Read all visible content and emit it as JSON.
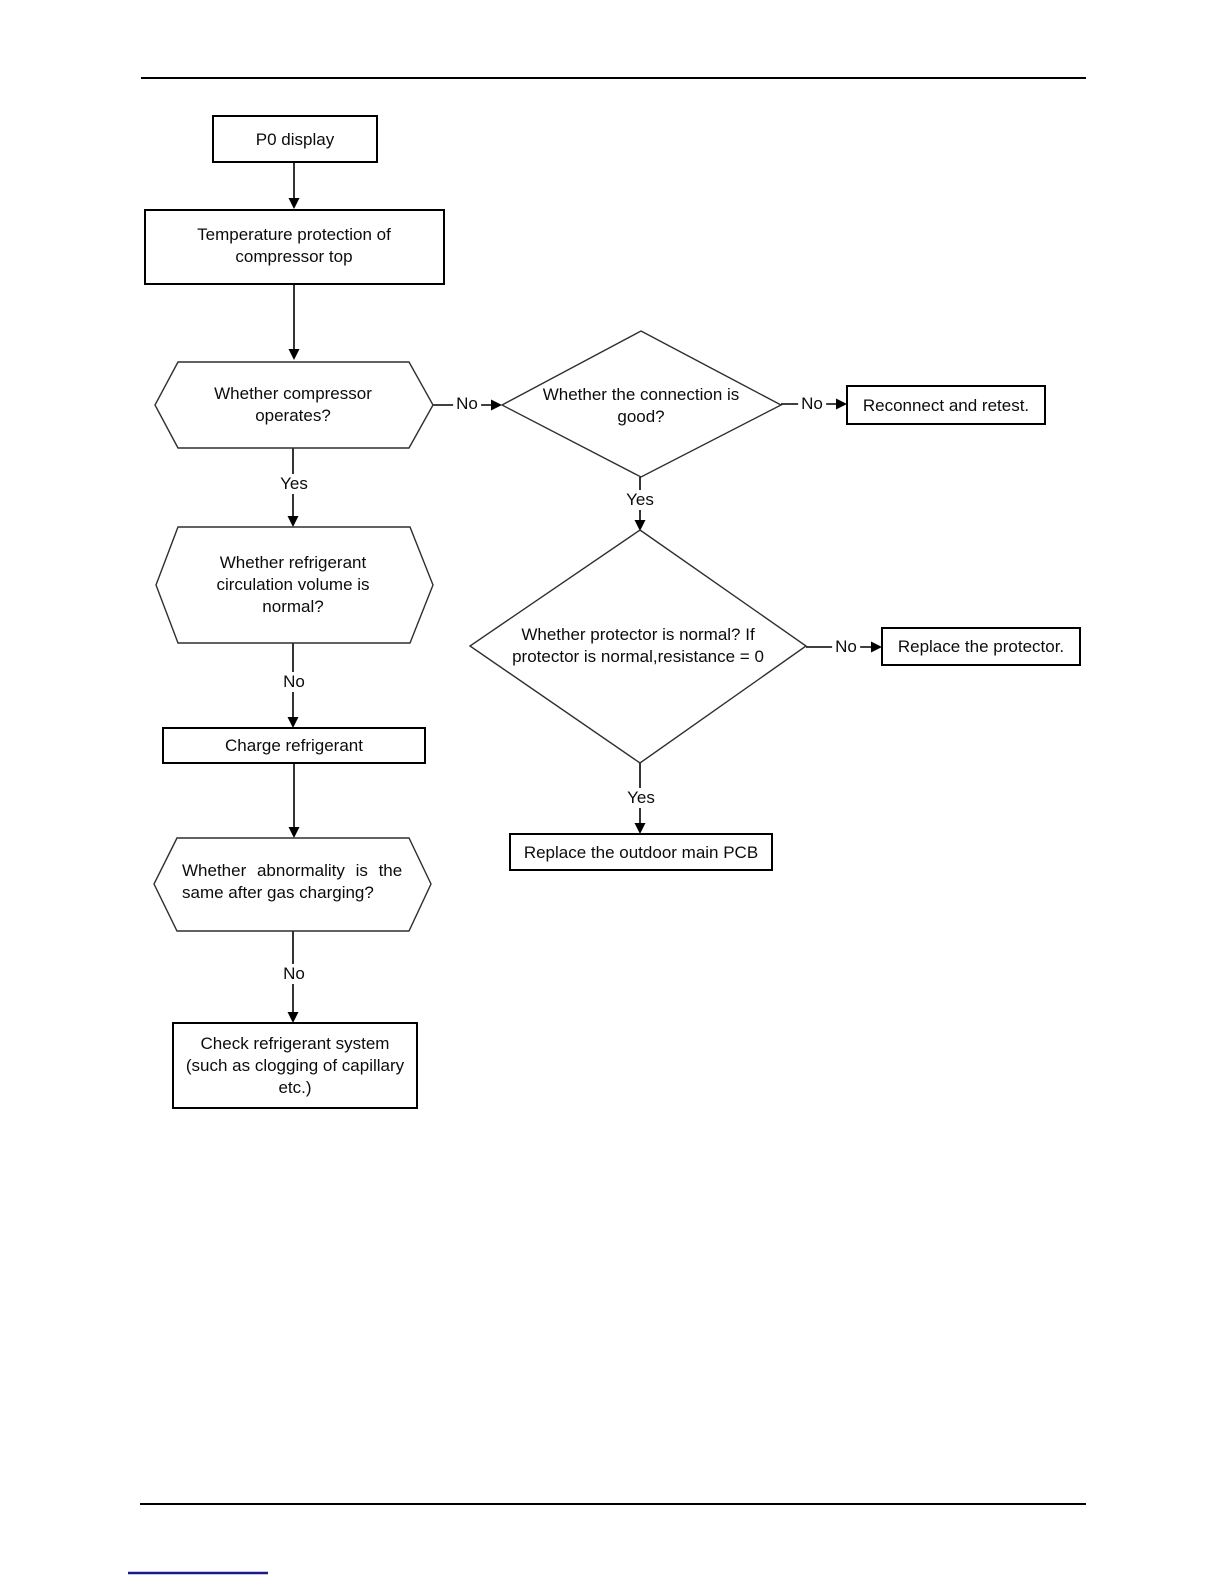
{
  "flowchart": {
    "nodes": {
      "p0": "P0 display",
      "temp_protection": "Temperature protection of\ncompressor top",
      "compressor_operates": "Whether compressor\noperates?",
      "connection_good": "Whether the connection is\ngood?",
      "reconnect_retest": "Reconnect and retest.",
      "refrigerant_volume": "Whether refrigerant\ncirculation volume is\nnormal?",
      "protector_normal": "Whether protector is normal? If\nprotector is normal,resistance = 0",
      "replace_protector": "Replace the protector.",
      "charge_refrigerant": "Charge refrigerant",
      "abnormality_line1": "Whether abnormality is the",
      "abnormality_line2": "same after gas charging?",
      "replace_outdoor_pcb": "Replace the outdoor main PCB",
      "check_refrigerant_system": "Check refrigerant system\n(such as clogging of capillary\netc.)"
    },
    "edge_labels": {
      "hex1_to_d1": "No",
      "d1_to_reconnect": "No",
      "hex1_to_hex2": "Yes",
      "d1_to_d2": "Yes",
      "hex2_to_charge": "No",
      "d2_to_protector": "No",
      "d2_to_pcb": "Yes",
      "hex3_to_check": "No"
    }
  },
  "colors": {
    "line": "#000000",
    "shape_stroke": "#2f2f2f",
    "footer_underline": "#1a1a8c"
  }
}
